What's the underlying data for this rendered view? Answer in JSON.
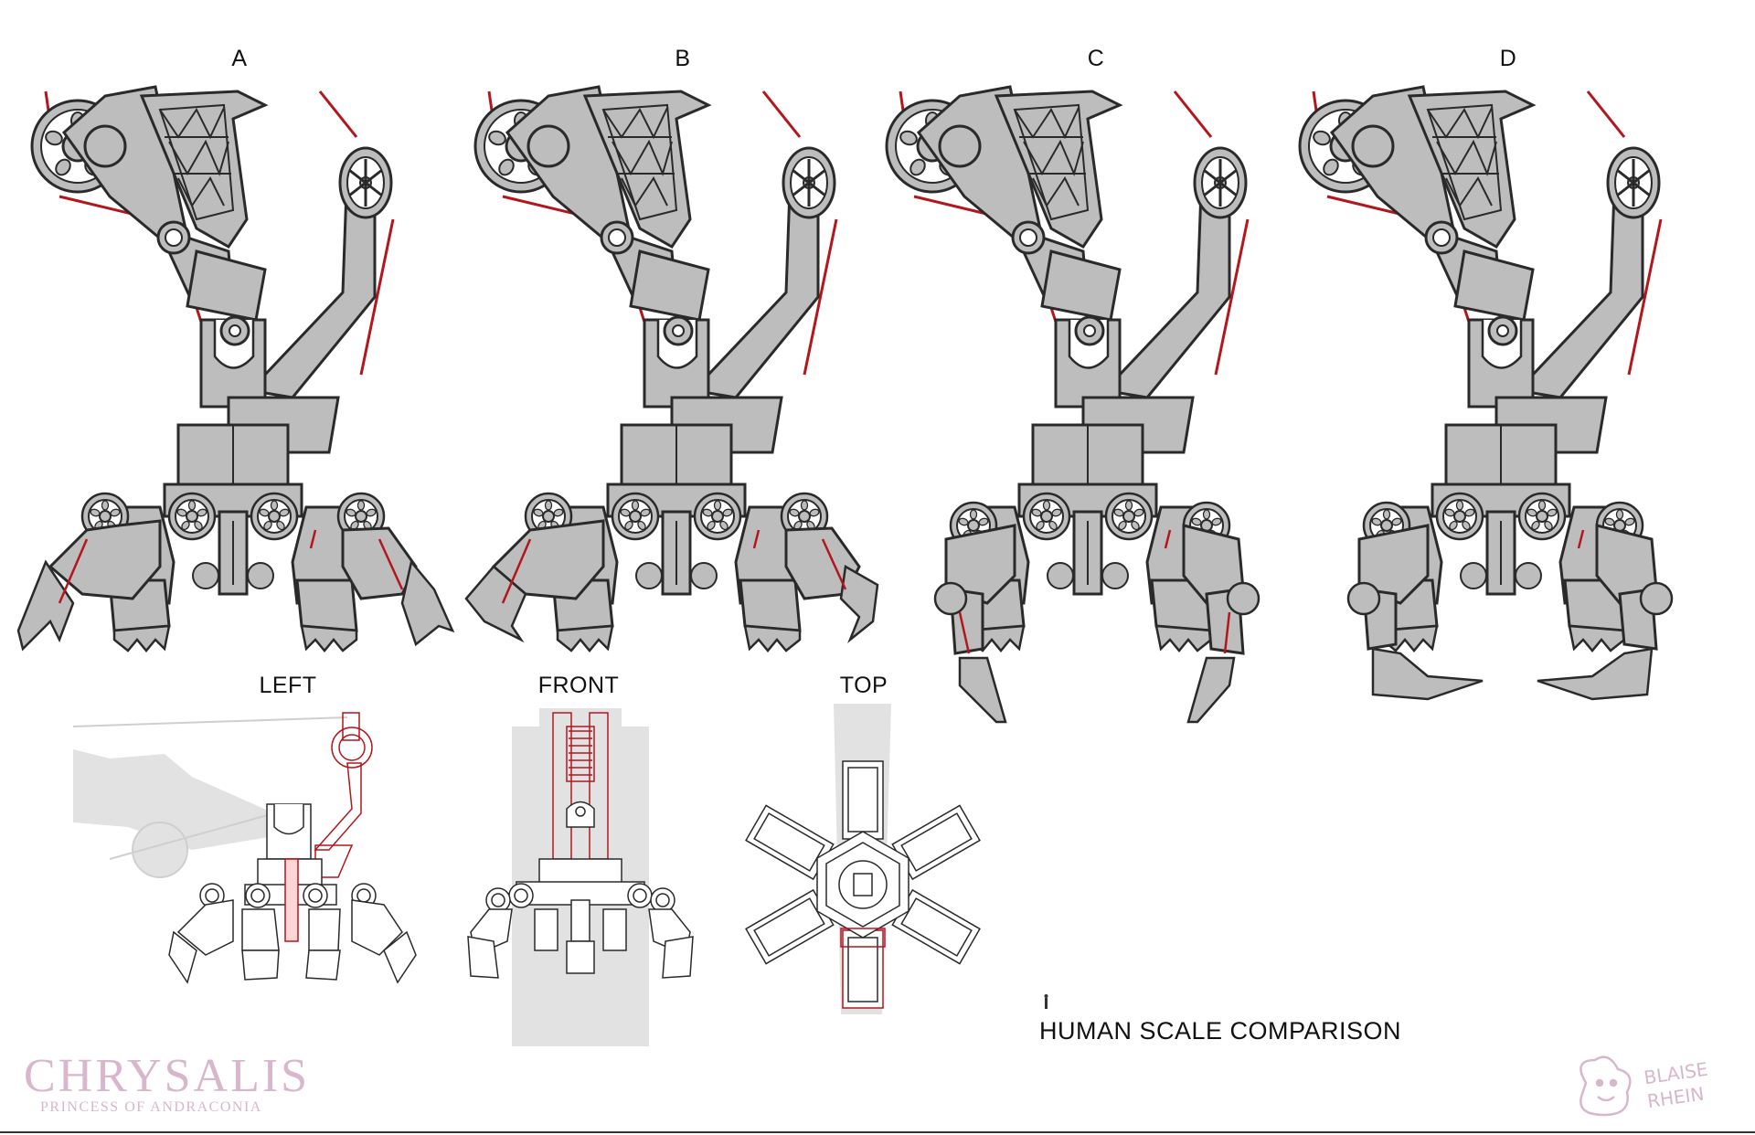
{
  "sheet": {
    "variants": [
      {
        "label": "A",
        "claw": "open"
      },
      {
        "label": "B",
        "claw": "curl"
      },
      {
        "label": "C",
        "claw": "grip"
      },
      {
        "label": "D",
        "claw": "closed"
      }
    ],
    "views": [
      {
        "label": "LEFT"
      },
      {
        "label": "FRONT"
      },
      {
        "label": "TOP"
      }
    ],
    "scale_caption": "HUMAN SCALE COMPARISON"
  },
  "branding": {
    "title": "CHRYSALIS",
    "subtitle": "PRINCESS OF ANDRACONIA",
    "signature": "BLAISE RHEIN"
  },
  "colors": {
    "body": "#bdbdbd",
    "line": "#2a2a2a",
    "cable": "#b3161c",
    "ghost": "#dcdcdc",
    "brand": "#d8b7cc"
  },
  "icons": [
    "pulley-icon",
    "claw-icon",
    "truss-arm-icon",
    "human-figure-icon"
  ]
}
